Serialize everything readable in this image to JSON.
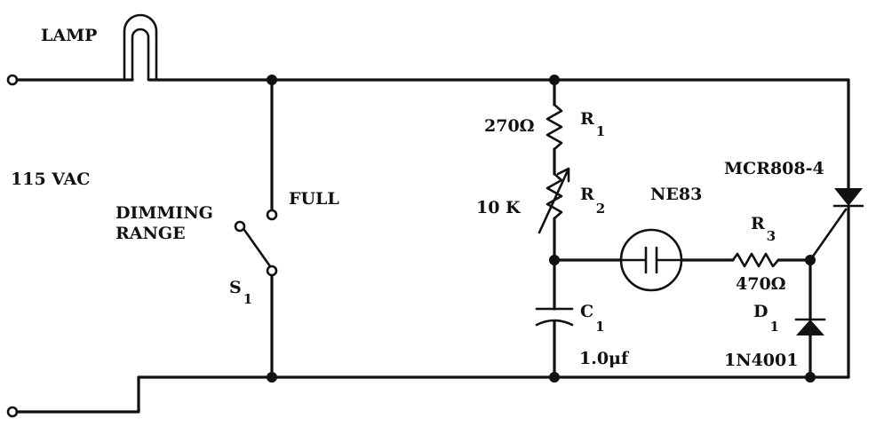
{
  "labels": {
    "lamp": "LAMP",
    "supply": "115  VAC",
    "dimming_line1": "DIMMING",
    "dimming_line2": "RANGE",
    "full": "FULL",
    "s1_letter": "S",
    "s1_sub": "1",
    "r1_value": "270Ω",
    "r1_letter": "R",
    "r1_sub": "1",
    "r2_value": "10 K",
    "r2_letter": "R",
    "r2_sub": "2",
    "neon": "NE83",
    "scr": "MCR808-4",
    "r3_letter": "R",
    "r3_sub": "3",
    "r3_value": "470Ω",
    "c1_letter": "C",
    "c1_sub": "1",
    "c1_value": "1.0μf",
    "d1_letter": "D",
    "d1_sub": "1",
    "d1_part": "1N4001"
  }
}
